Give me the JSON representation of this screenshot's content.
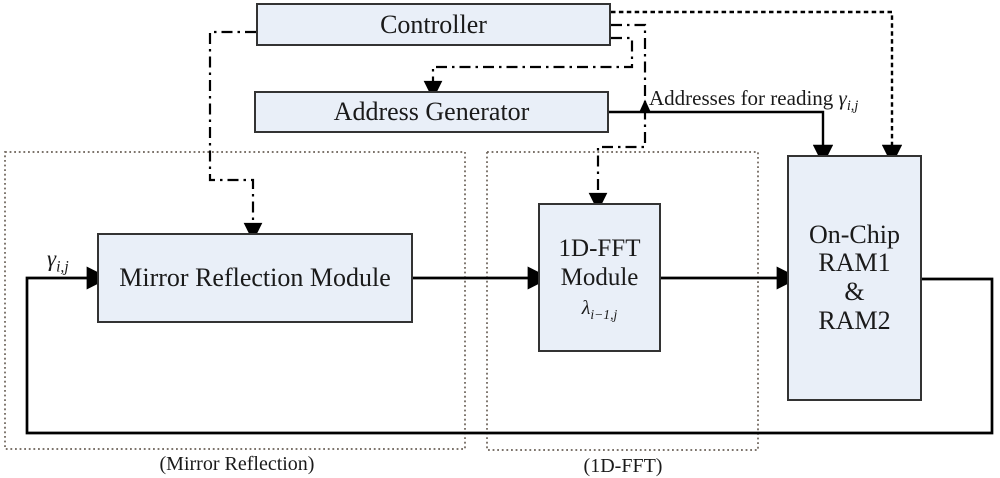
{
  "blocks": {
    "controller": {
      "label": "Controller"
    },
    "address_generator": {
      "label": "Address Generator"
    },
    "mirror_module": {
      "label": "Mirror Reflection Module"
    },
    "fft_module": {
      "title": "1D-FFT",
      "subtitle": "Module",
      "symbol": "λ",
      "symbol_subscript": "i−1,j"
    },
    "ram": {
      "line1": "On-Chip",
      "line2": "RAM1",
      "line3": "&",
      "line4": "RAM2"
    }
  },
  "labels": {
    "input_signal": {
      "symbol": "γ",
      "subscript": "i,j"
    },
    "address_bus": {
      "text": "Addresses for reading ",
      "symbol": "γ",
      "subscript": "i,j"
    },
    "mirror_region_caption": "(Mirror Reflection)",
    "fft_region_caption": "(1D-FFT)"
  },
  "colors": {
    "background": "#ffffff",
    "block_fill": "#e9eff8",
    "block_border": "#333333",
    "line": "#000000",
    "region_border": "#6b6158"
  }
}
